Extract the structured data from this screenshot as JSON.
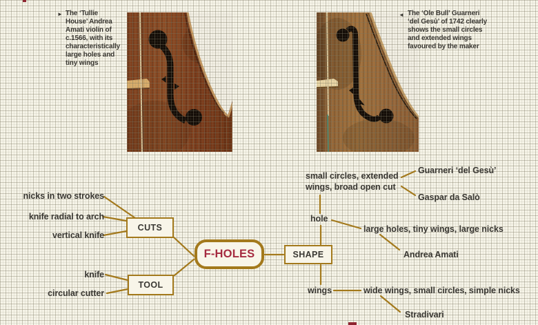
{
  "palette": {
    "page_background": "#f6f4e8",
    "accent_gold": "#a3791c",
    "center_red": "#a52a40",
    "ink": "#3a3833",
    "box_fill": "#f8f5e9"
  },
  "captions": {
    "left": {
      "marker": "►",
      "lines": [
        "The ‘Tullie",
        "House’ Andrea",
        "Amati violin of",
        "c.1566, with its",
        "characteristically",
        "large holes and",
        "tiny wings"
      ]
    },
    "right": {
      "marker": "◄",
      "lines": [
        "The ‘Ole Bull’ Guarneri",
        "‘del Gesù’ of 1742 clearly",
        "shows the small circles",
        "and extended wings",
        "favoured by the maker"
      ]
    }
  },
  "mindmap": {
    "center": "F-HOLES",
    "boxes": {
      "cuts": "CUTS",
      "tool": "TOOL",
      "shape": "SHAPE"
    },
    "cuts_items": [
      "nicks in two strokes",
      "knife radial to arch",
      "vertical knife"
    ],
    "tool_items": [
      "knife",
      "circular cutter"
    ],
    "shape_nodes": {
      "hole": "hole",
      "wings": "wings"
    },
    "traits": {
      "top_line1": "small circles, extended",
      "top_line2": "wings, broad open cut",
      "hole": "large holes, tiny wings, large nicks",
      "wings": "wide wings, small circles, simple nicks"
    },
    "makers": {
      "guarneri": "Guarneri ‘del Gesù’",
      "gaspar": "Gaspar da Salò",
      "amati": "Andrea Amati",
      "stradivari": "Stradivari"
    }
  }
}
